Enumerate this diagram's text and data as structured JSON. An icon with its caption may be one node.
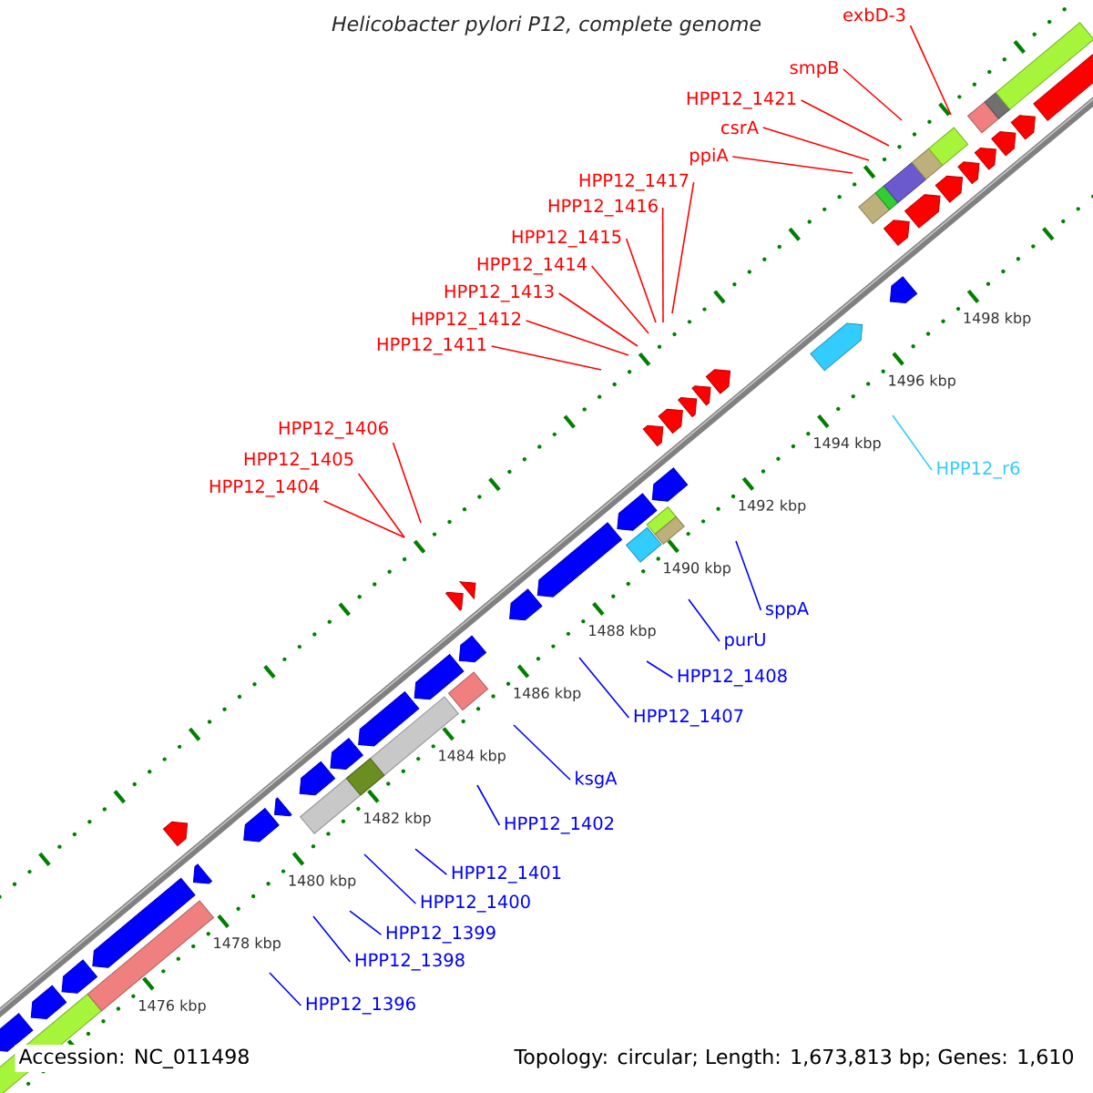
{
  "diagram": {
    "title": "*Helicobacter pylori* P12, complete genome",
    "nodes": [
      {
        "text": [
          "exbD-3"
        ]
      },
      {
        "text": [
          "smpB"
        ]
      },
      {
        "text": [
          "HPP12_1421"
        ]
      },
      {
        "text": [
          "csrA"
        ]
      },
      {
        "text": [
          "ppiA"
        ]
      },
      {
        "text": [
          "HPP12_1417"
        ]
      },
      {
        "text": [
          "HPP12_1416"
        ]
      },
      {
        "text": [
          "HPP12_1415"
        ]
      },
      {
        "text": [
          "HPP12_1414"
        ]
      },
      {
        "text": [
          "HPP12_1413"
        ]
      },
      {
        "text": [
          "HPP12_1412"
        ]
      },
      {
        "text": [
          "HPP12_1411"
        ]
      },
      {
        "text": [
          "HPP12_1406"
        ]
      },
      {
        "text": [
          "HPP12_1405"
        ]
      },
      {
        "text": [
          "HPP12_1404"
        ]
      },
      {
        "text": [
          "HPP12_r6"
        ]
      },
      {
        "text": [
          "sppA"
        ]
      },
      {
        "text": [
          "purU"
        ]
      },
      {
        "text": [
          "HPP12_1408"
        ]
      },
      {
        "text": [
          "HPP12_1407"
        ]
      },
      {
        "text": [
          "ksgA"
        ]
      },
      {
        "text": [
          "HPP12_1402"
        ]
      },
      {
        "text": [
          "HPP12_1401"
        ]
      },
      {
        "text": [
          "HPP12_1400"
        ]
      },
      {
        "text": [
          "HPP12_1399"
        ]
      },
      {
        "text": [
          "HPP12_1398"
        ]
      },
      {
        "text": [
          "HPP12_1396"
        ]
      }
    ],
    "edges": [
      {
        "from": 0,
        "to": null,
        "arrow": "none"
      },
      {
        "from": 1,
        "to": null,
        "arrow": "none"
      },
      {
        "from": 2,
        "to": null,
        "arrow": "none"
      },
      {
        "from": 3,
        "to": null,
        "arrow": "none"
      },
      {
        "from": 4,
        "to": null,
        "arrow": "none"
      },
      {
        "from": 5,
        "to": null,
        "arrow": "none"
      },
      {
        "from": 6,
        "to": null,
        "arrow": "none"
      },
      {
        "from": 7,
        "to": null,
        "arrow": "none"
      },
      {
        "from": 8,
        "to": null,
        "arrow": "none"
      },
      {
        "from": 9,
        "to": null,
        "arrow": "none"
      },
      {
        "from": 10,
        "to": null,
        "arrow": "none"
      },
      {
        "from": 11,
        "to": null,
        "arrow": "none"
      },
      {
        "from": 12,
        "to": null,
        "arrow": "none"
      },
      {
        "from": 13,
        "to": null,
        "arrow": "none"
      },
      {
        "from": 14,
        "to": null,
        "arrow": "none"
      },
      {
        "from": 15,
        "to": null,
        "arrow": "none",
        "color": "#33ccff"
      },
      {
        "from": 16,
        "to": null,
        "arrow": "none",
        "color": "#0000ff"
      },
      {
        "from": 17,
        "to": null,
        "arrow": "none",
        "color": "#0000ff"
      },
      {
        "from": 18,
        "to": null,
        "arrow": "none",
        "color": "#0000ff"
      },
      {
        "from": 19,
        "to": null,
        "arrow": "none",
        "color": "#0000ff"
      },
      {
        "from": 20,
        "to": null,
        "arrow": "none",
        "color": "#0000ff"
      },
      {
        "from": 21,
        "to": null,
        "arrow": "none",
        "color": "#0000ff"
      },
      {
        "from": 22,
        "to": null,
        "arrow": "none",
        "color": "#0000ff"
      },
      {
        "from": 23,
        "to": null,
        "arrow": "none",
        "color": "#0000ff"
      },
      {
        "from": 24,
        "to": null,
        "arrow": "none",
        "color": "#0000ff"
      },
      {
        "from": 25,
        "to": null,
        "arrow": "none",
        "color": "#0000ff"
      },
      {
        "from": 26,
        "to": null,
        "arrow": "none",
        "color": "#0000ff"
      }
    ],
    "labels": [
      "1498 kbp",
      "1496 kbp",
      "1494 kbp",
      "1492 kbp",
      "1490 kbp",
      "1488 kbp",
      "1486 kbp",
      "1484 kbp",
      "1482 kbp",
      "1480 kbp",
      "1478 kbp",
      "1476 kbp",
      "Accession: NC_011498",
      "Topology: circular; Length: 1,673,813 bp; Genes: 1,610"
    ]
  }
}
